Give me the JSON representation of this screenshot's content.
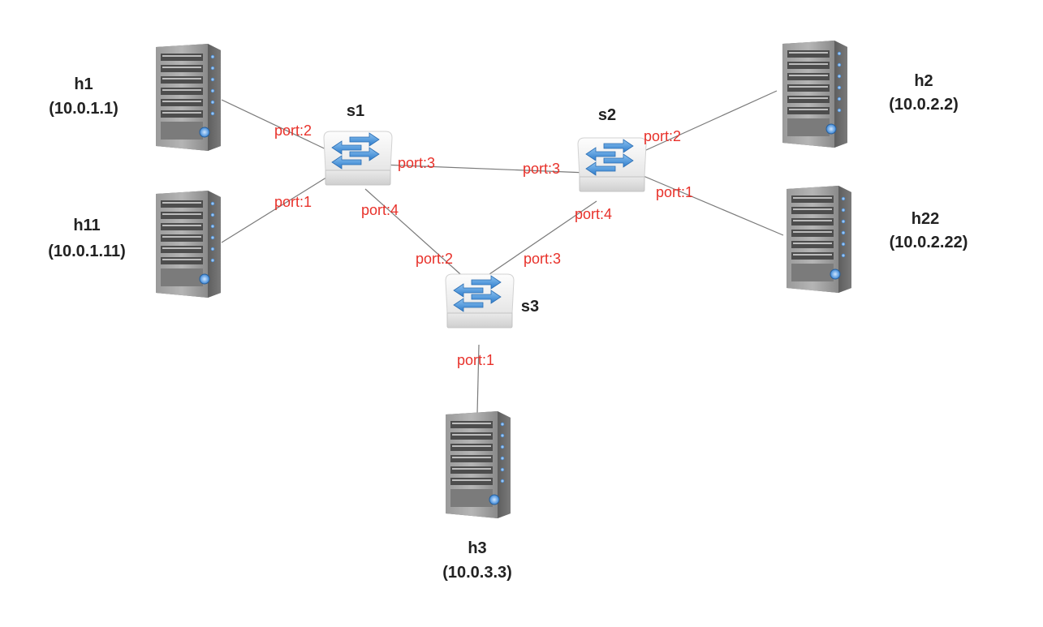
{
  "colors": {
    "port_label": "#e8312a",
    "link": "#7a7a7a",
    "host_label": "#222222",
    "server_body": "#8c8c8c",
    "switch_arrow": "#4a90d9"
  },
  "hosts": [
    {
      "id": "h1",
      "name": "h1",
      "ip": "(10.0.1.1)",
      "icon": "server-icon"
    },
    {
      "id": "h11",
      "name": "h11",
      "ip": "(10.0.1.11)",
      "icon": "server-icon"
    },
    {
      "id": "h2",
      "name": "h2",
      "ip": "(10.0.2.2)",
      "icon": "server-icon"
    },
    {
      "id": "h22",
      "name": "h22",
      "ip": "(10.0.2.22)",
      "icon": "server-icon"
    },
    {
      "id": "h3",
      "name": "h3",
      "ip": "(10.0.3.3)",
      "icon": "server-icon"
    }
  ],
  "switches": [
    {
      "id": "s1",
      "name": "s1",
      "icon": "switch-icon"
    },
    {
      "id": "s2",
      "name": "s2",
      "icon": "switch-icon"
    },
    {
      "id": "s3",
      "name": "s3",
      "icon": "switch-icon"
    }
  ],
  "links": [
    {
      "from": "h1",
      "to": "s1",
      "port": "port:2"
    },
    {
      "from": "h11",
      "to": "s1",
      "port": "port:1"
    },
    {
      "from": "s1",
      "to": "s2",
      "port_a": "port:3",
      "port_b": "port:3"
    },
    {
      "from": "s1",
      "to": "s3",
      "port_a": "port:4",
      "port_b": "port:2"
    },
    {
      "from": "s2",
      "to": "s3",
      "port_a": "port:4",
      "port_b": "port:3"
    },
    {
      "from": "h2",
      "to": "s2",
      "port": "port:2"
    },
    {
      "from": "h22",
      "to": "s2",
      "port": "port:1"
    },
    {
      "from": "h3",
      "to": "s3",
      "port": "port:1"
    }
  ]
}
